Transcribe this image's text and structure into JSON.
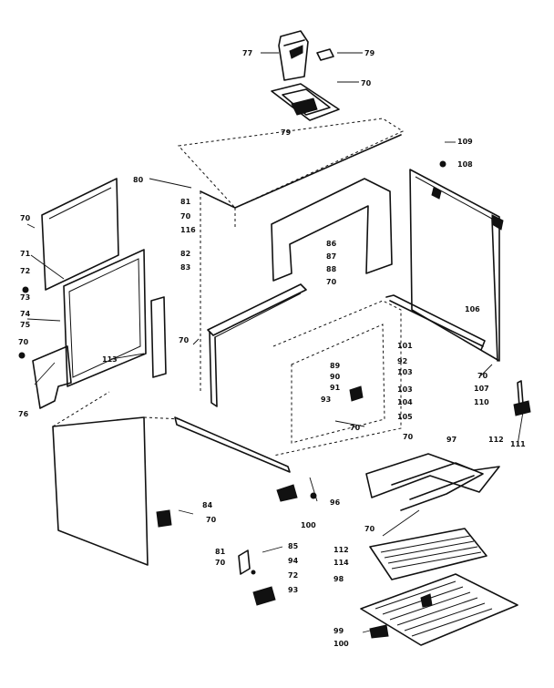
{
  "diagram": {
    "type": "exploded-parts-diagram",
    "line_color": "#111111",
    "background": "#ffffff",
    "callouts": [
      "77",
      "79",
      "70",
      "79",
      "109",
      "108",
      "80",
      "81",
      "70",
      "116",
      "70",
      "71",
      "72",
      "73",
      "74",
      "75",
      "70",
      "76",
      "82",
      "83",
      "86",
      "87",
      "88",
      "70",
      "106",
      "70",
      "101",
      "92",
      "103",
      "70",
      "107",
      "110",
      "111",
      "113",
      "89",
      "90",
      "91",
      "93",
      "103",
      "104",
      "105",
      "70",
      "70",
      "97",
      "112",
      "84",
      "70",
      "96",
      "100",
      "70",
      "85",
      "81",
      "70",
      "94",
      "72",
      "93",
      "112",
      "114",
      "98",
      "99",
      "100"
    ]
  }
}
